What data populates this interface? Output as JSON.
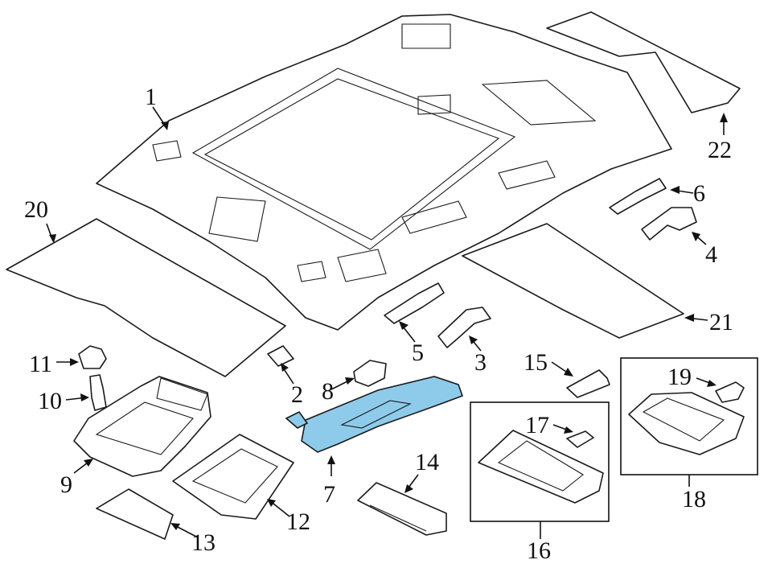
{
  "colors": {
    "highlight": "#8ecbea",
    "line": "#1a1a1a",
    "background": "#ffffff"
  },
  "callouts": {
    "c1": "1",
    "c2": "2",
    "c3": "3",
    "c4": "4",
    "c5": "5",
    "c6": "6",
    "c7": "7",
    "c8": "8",
    "c9": "9",
    "c10": "10",
    "c11": "11",
    "c12": "12",
    "c13": "13",
    "c14": "14",
    "c15": "15",
    "c16": "16",
    "c17": "17",
    "c18": "18",
    "c19": "19",
    "c20": "20",
    "c21": "21",
    "c22": "22"
  },
  "highlighted_part": "7"
}
